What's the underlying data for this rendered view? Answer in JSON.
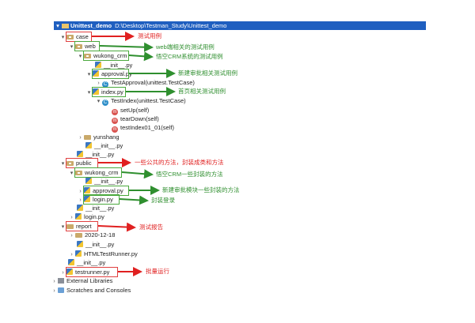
{
  "header": {
    "title": "Unittest_demo",
    "path": "D:\\Desktop\\Testman_Study\\Unittest_demo"
  },
  "tree": {
    "case": "case",
    "web": "web",
    "wukong_crm": "wukong_crm",
    "init_1": "__init__.py",
    "approval_py": "approval.py",
    "approval_class": "TestApproval(unittest.TestCase)",
    "index_py": "index.py",
    "index_class": "TestIndex(unittest.TestCase)",
    "m_setup": "setUp(self)",
    "m_teardown": "tearDown(self)",
    "m_test": "testIndex01_01(self)",
    "yunshang": "yunshang",
    "init_2": "__init__.py",
    "init_3": "__init__.py",
    "public": "public",
    "pub_wukong": "wukong_crm",
    "init_4": "__init__.py",
    "pub_approval": "approval.py",
    "pub_login": "login.py",
    "init_5": "__init__.py",
    "login_py": "login.py",
    "report": "report",
    "report_date": "2020-12-18",
    "init_6": "__init__.py",
    "html_runner": "HTMLTestRunner.py",
    "init_7": "__init__.py",
    "testrunner": "testrunner.py",
    "ext_libs": "External Libraries",
    "scratches": "Scratches and Consoles"
  },
  "annotations": {
    "case": "测试用例",
    "web": "web端相关的测试用例",
    "wukong": "悟空CRM系统的测试用例",
    "approval": "新建审批相关测试用例",
    "index": "首页相关测试用例",
    "public": "一些公共的方法，封装成类和方法",
    "pub_wukong": "悟空CRM一些封装的方法",
    "pub_approval": "新建审批模块一些封装的方法",
    "pub_login": "封装登录",
    "report": "测试报告",
    "testrunner": "批量运行"
  },
  "colors": {
    "header_bg": "#1f5fc0",
    "annotation_red": "#e02020",
    "annotation_green": "#2f8f2f",
    "red_box": "#e04040",
    "green_box": "#4aa83d"
  }
}
